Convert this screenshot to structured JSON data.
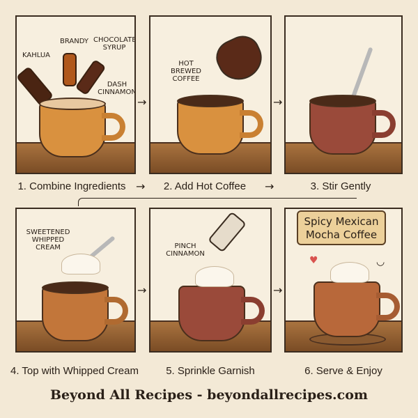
{
  "steps": [
    {
      "caption": "1. Combine Ingredients",
      "labels": [
        "KAHLUA",
        "BRANDY",
        "CHOCOLATE SYRUP",
        "DASH CINNAMON"
      ]
    },
    {
      "caption": "2. Add Hot Coffee",
      "labels": [
        "HOT BREWED COFFEE"
      ]
    },
    {
      "caption": "3. Stir Gently",
      "labels": []
    },
    {
      "caption": "4. Top with Whipped Cream",
      "labels": [
        "SWEETENED WHIPPED CREAM"
      ]
    },
    {
      "caption": "5. Sprinkle Garnish",
      "labels": [
        "PINCH CINNAMON"
      ]
    },
    {
      "caption": "6. Serve & Enjoy",
      "labels": []
    }
  ],
  "banner_title": "Spicy Mexican Mocha Coffee",
  "footer": "Beyond All Recipes - beyondallrecipes.com",
  "colors": {
    "background": "#f3e9d6",
    "mug_orange": "#d9913f",
    "mug_red": "#9a4a3a",
    "table": "#8a5a30"
  }
}
